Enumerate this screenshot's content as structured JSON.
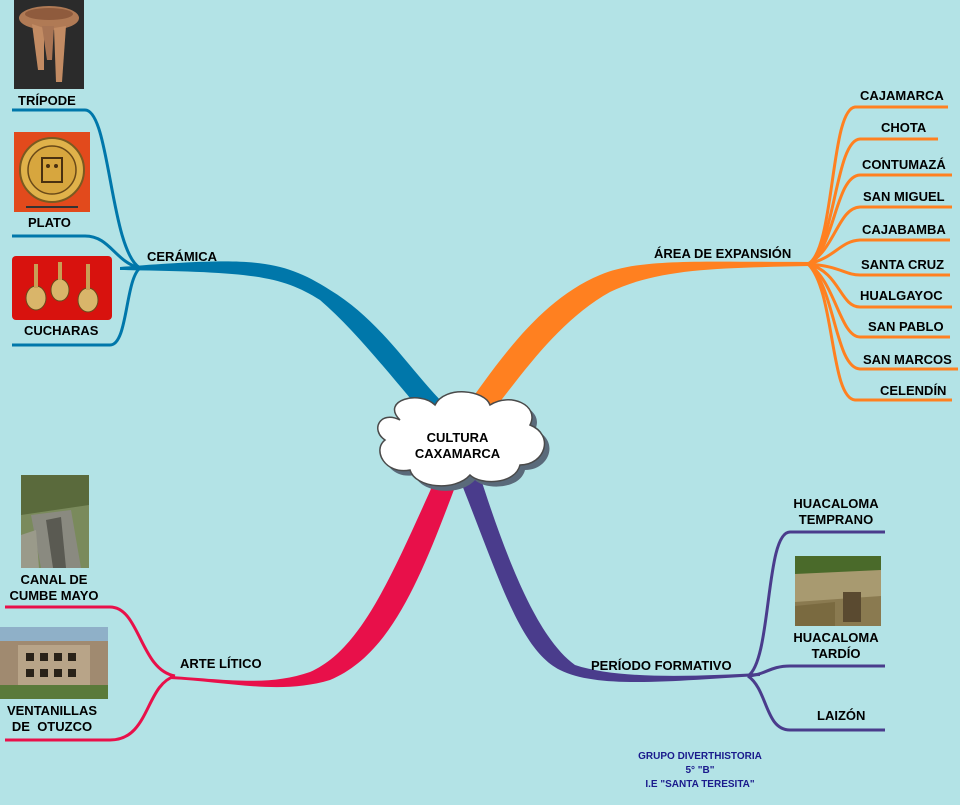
{
  "center": {
    "line1": "CULTURA",
    "line2": "CAXAMARCA"
  },
  "branches": {
    "ceramica": {
      "label": "CERÁMICA",
      "color": "#0077aa",
      "children": [
        "TRÍPODE",
        "PLATO",
        "CUCHARAS"
      ]
    },
    "expansion": {
      "label": "ÁREA DE EXPANSIÓN",
      "color": "#ff8020",
      "children": [
        "CAJAMARCA",
        "CHOTA",
        "CONTUMAZÁ",
        "SAN MIGUEL",
        "CAJABAMBA",
        "SANTA CRUZ",
        "HUALGAYOC",
        "SAN PABLO",
        "SAN MARCOS",
        "CELENDÍN"
      ]
    },
    "litico": {
      "label": "ARTE LÍTICO",
      "color": "#e8104a",
      "children": [
        {
          "line1": "CANAL DE",
          "line2": "CUMBE MAYO"
        },
        {
          "line1": "VENTANILLAS",
          "line2": "DE  OTUZCO"
        }
      ]
    },
    "formativo": {
      "label": "PERÍODO FORMATIVO",
      "color": "#4a3c8c",
      "children": [
        {
          "line1": "HUACALOMA",
          "line2": "TEMPRANO"
        },
        {
          "line1": "HUACALOMA",
          "line2": "TARDÍO"
        },
        {
          "line1": "LAIZÓN",
          "line2": ""
        }
      ]
    }
  },
  "credits": {
    "line1": "GRUPO DIVERTHISTORIA",
    "line2": "5° \"B\"",
    "line3": "I.E \"SANTA TERESITA\""
  },
  "images": [
    "tripode-photo",
    "plato-photo",
    "cucharas-photo",
    "cumbe-mayo-photo",
    "otuzco-photo",
    "huacaloma-photo"
  ]
}
